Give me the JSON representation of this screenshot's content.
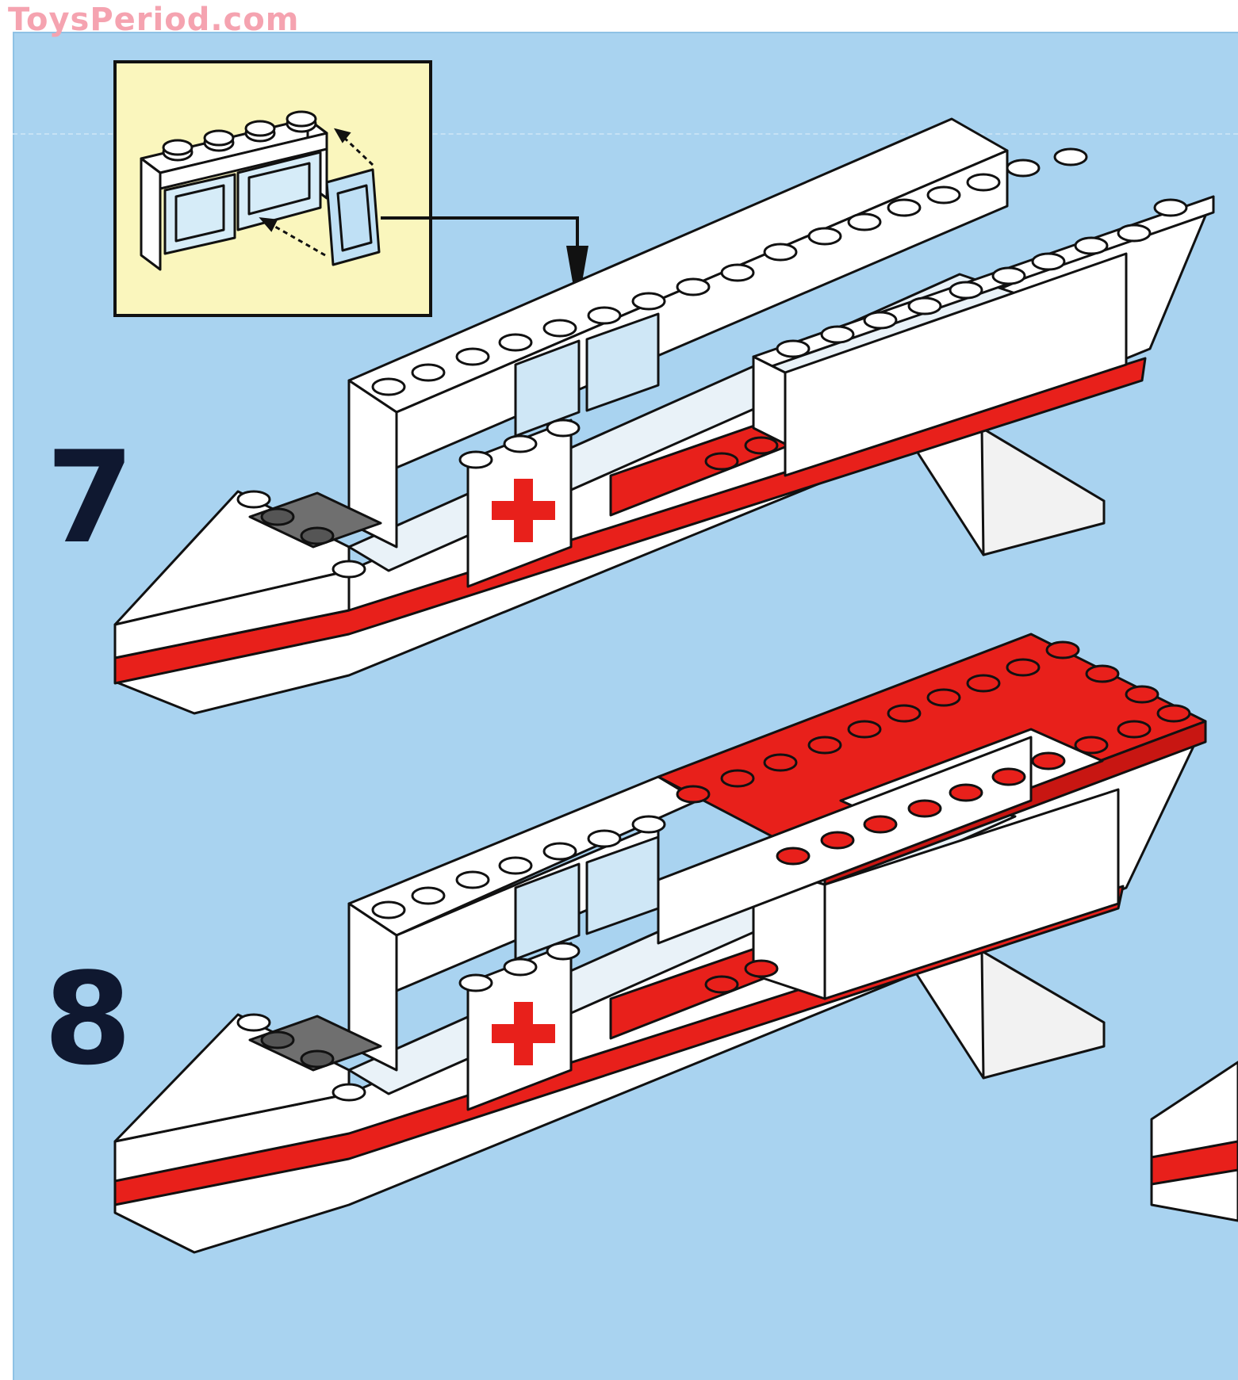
{
  "watermark": {
    "text": "ToysPeriod.com"
  },
  "steps": [
    {
      "number": "7"
    },
    {
      "number": "8"
    }
  ],
  "colors": {
    "background": "#a9d3f0",
    "callout_box": "#faf6bd",
    "brick_white": "#ffffff",
    "brick_red": "#e8201b",
    "brick_dark_gray": "#6f6f6f",
    "trans_clear": "#cfe7f6",
    "outline": "#111111",
    "step_number": "#0f1830"
  },
  "icons": {
    "cross": "red-cross-icon",
    "callout_arrow": "arrow-down-icon"
  }
}
